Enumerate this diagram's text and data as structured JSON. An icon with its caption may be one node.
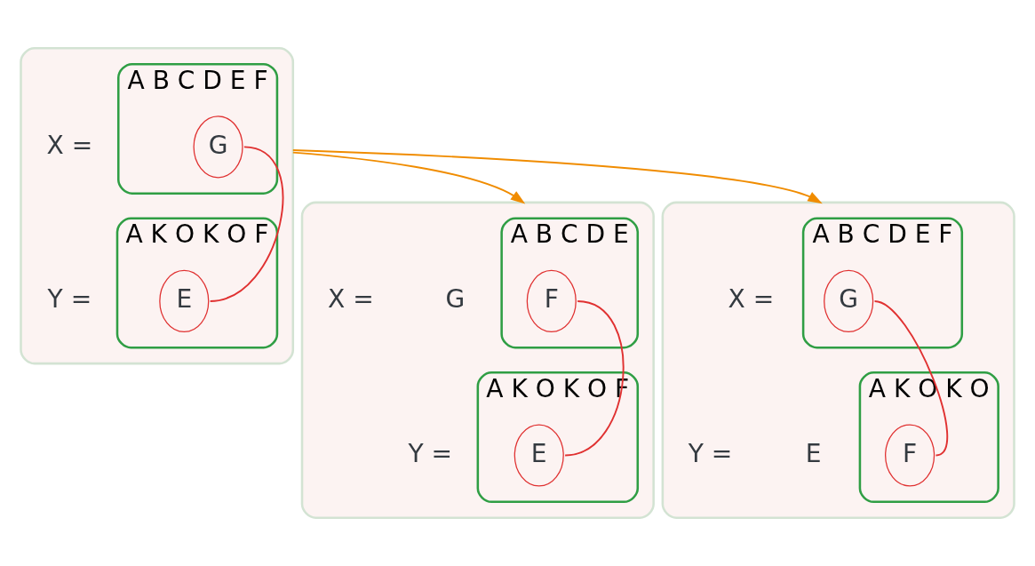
{
  "diagram": {
    "nodes": [
      {
        "text": [],
        "shape": "box"
      },
      {
        "text": [
          "A B C D E F"
        ],
        "beside": [
          "X ="
        ],
        "in": 0
      },
      {
        "text": [
          "G"
        ],
        "in": 1
      },
      {
        "text": [
          "A K O K O F"
        ],
        "beside": [
          "Y ="
        ],
        "in": 0
      },
      {
        "text": [
          "E"
        ],
        "in": 3
      },
      {
        "text": [],
        "shape": "box"
      },
      {
        "text": [
          "A B C D E"
        ],
        "beside": [
          "X =",
          "G"
        ],
        "in": 5
      },
      {
        "text": [
          "F"
        ],
        "in": 6
      },
      {
        "text": [
          "A K O K O F"
        ],
        "beside": [
          "Y ="
        ],
        "in": 5
      },
      {
        "text": [
          "E"
        ],
        "in": 8
      },
      {
        "text": [],
        "shape": "box"
      },
      {
        "text": [
          "A B C D E F"
        ],
        "beside": [
          "X ="
        ],
        "in": 10
      },
      {
        "text": [
          "G"
        ],
        "in": 11
      },
      {
        "text": [
          "A K O K O"
        ],
        "beside": [
          "Y =",
          "E"
        ],
        "in": 10
      },
      {
        "text": [
          "F"
        ],
        "in": 13
      }
    ],
    "edges": [
      {
        "from": 2,
        "to": 4,
        "arrow": "none",
        "color": "#e03131"
      },
      {
        "from": 0,
        "to": 5,
        "arrow": "to",
        "color": "#f08c00"
      },
      {
        "from": 0,
        "to": 10,
        "arrow": "to",
        "color": "#f08c00"
      },
      {
        "from": 7,
        "to": 9,
        "arrow": "none",
        "color": "#e03131"
      },
      {
        "from": 12,
        "to": 14,
        "arrow": "none",
        "color": "#e03131"
      }
    ]
  }
}
